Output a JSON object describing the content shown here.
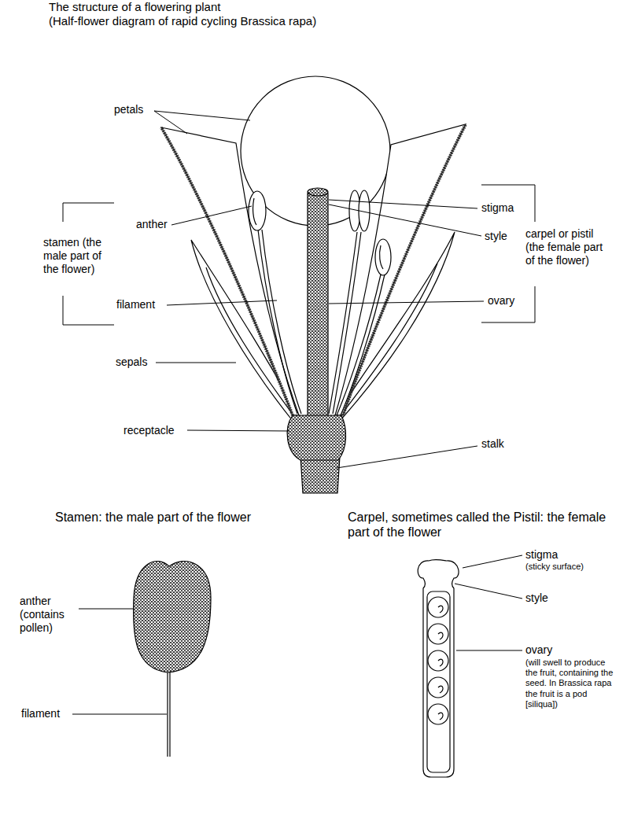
{
  "diagram": {
    "title": "The structure of a flowering plant",
    "labels": [
      "(Half-flower diagram of rapid cycling Brassica rapa)",
      "petals",
      "anther",
      "stamen (the male part of the flower)",
      "filament",
      "sepals",
      "receptacle",
      "stigma",
      "style",
      "carpel or pistil (the female part of the flower)",
      "ovary",
      "stalk",
      "Stamen: the male part of the flower",
      "Carpel, sometimes called the Pistil: the female part of the flower",
      "anther (contains pollen)",
      "filament",
      "stigma",
      "(sticky surface)",
      "style",
      "ovary",
      "(will swell to produce the fruit, containing the seed. In Brassica rapa the fruit is a pod [siliqua])"
    ]
  }
}
